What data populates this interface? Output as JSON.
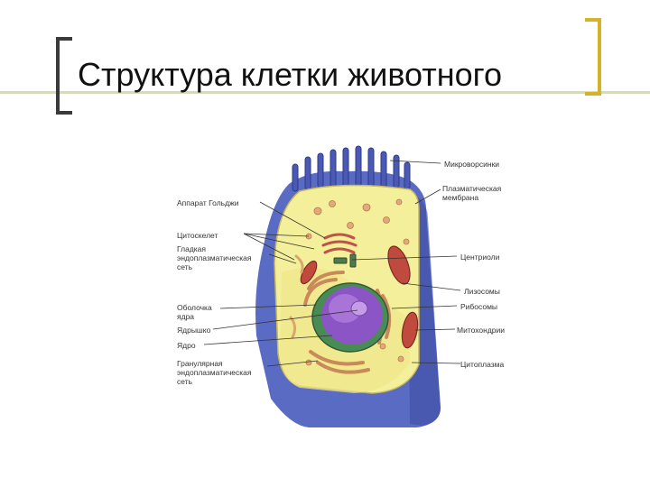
{
  "slide": {
    "title": "Структура клетки животного"
  },
  "diagram": {
    "labels_left": {
      "golgi": "Аппарат Гольджи",
      "cytoskeleton": "Цитоскелет",
      "smooth_er": "Гладкая\nэндоплазматическая\nсеть",
      "nuclear_envelope": "Оболочка\nядра",
      "nucleolus": "Ядрышко",
      "nucleus": "Ядро",
      "rough_er": "Гранулярная\nэндоплазматическая\nсеть"
    },
    "labels_right": {
      "microvilli": "Микроворсинки",
      "plasma_membrane": "Плазматическая\nмембрана",
      "centrioles": "Центриоли",
      "lysosomes": "Лизосомы",
      "ribosomes": "Рибосомы",
      "mitochondria": "Митохондрии",
      "cytoplasm": "Цитоплазма"
    },
    "colors": {
      "membrane": "#5a6bc4",
      "membrane_dark": "#3d4aa0",
      "cytoplasm": "#f3ef9a",
      "nucleus": "#8b55c6",
      "nucleolus": "#c69be8",
      "mitochondria": "#c04a3e",
      "er": "#c98a5a",
      "vesicles": "#e2a97e"
    }
  }
}
